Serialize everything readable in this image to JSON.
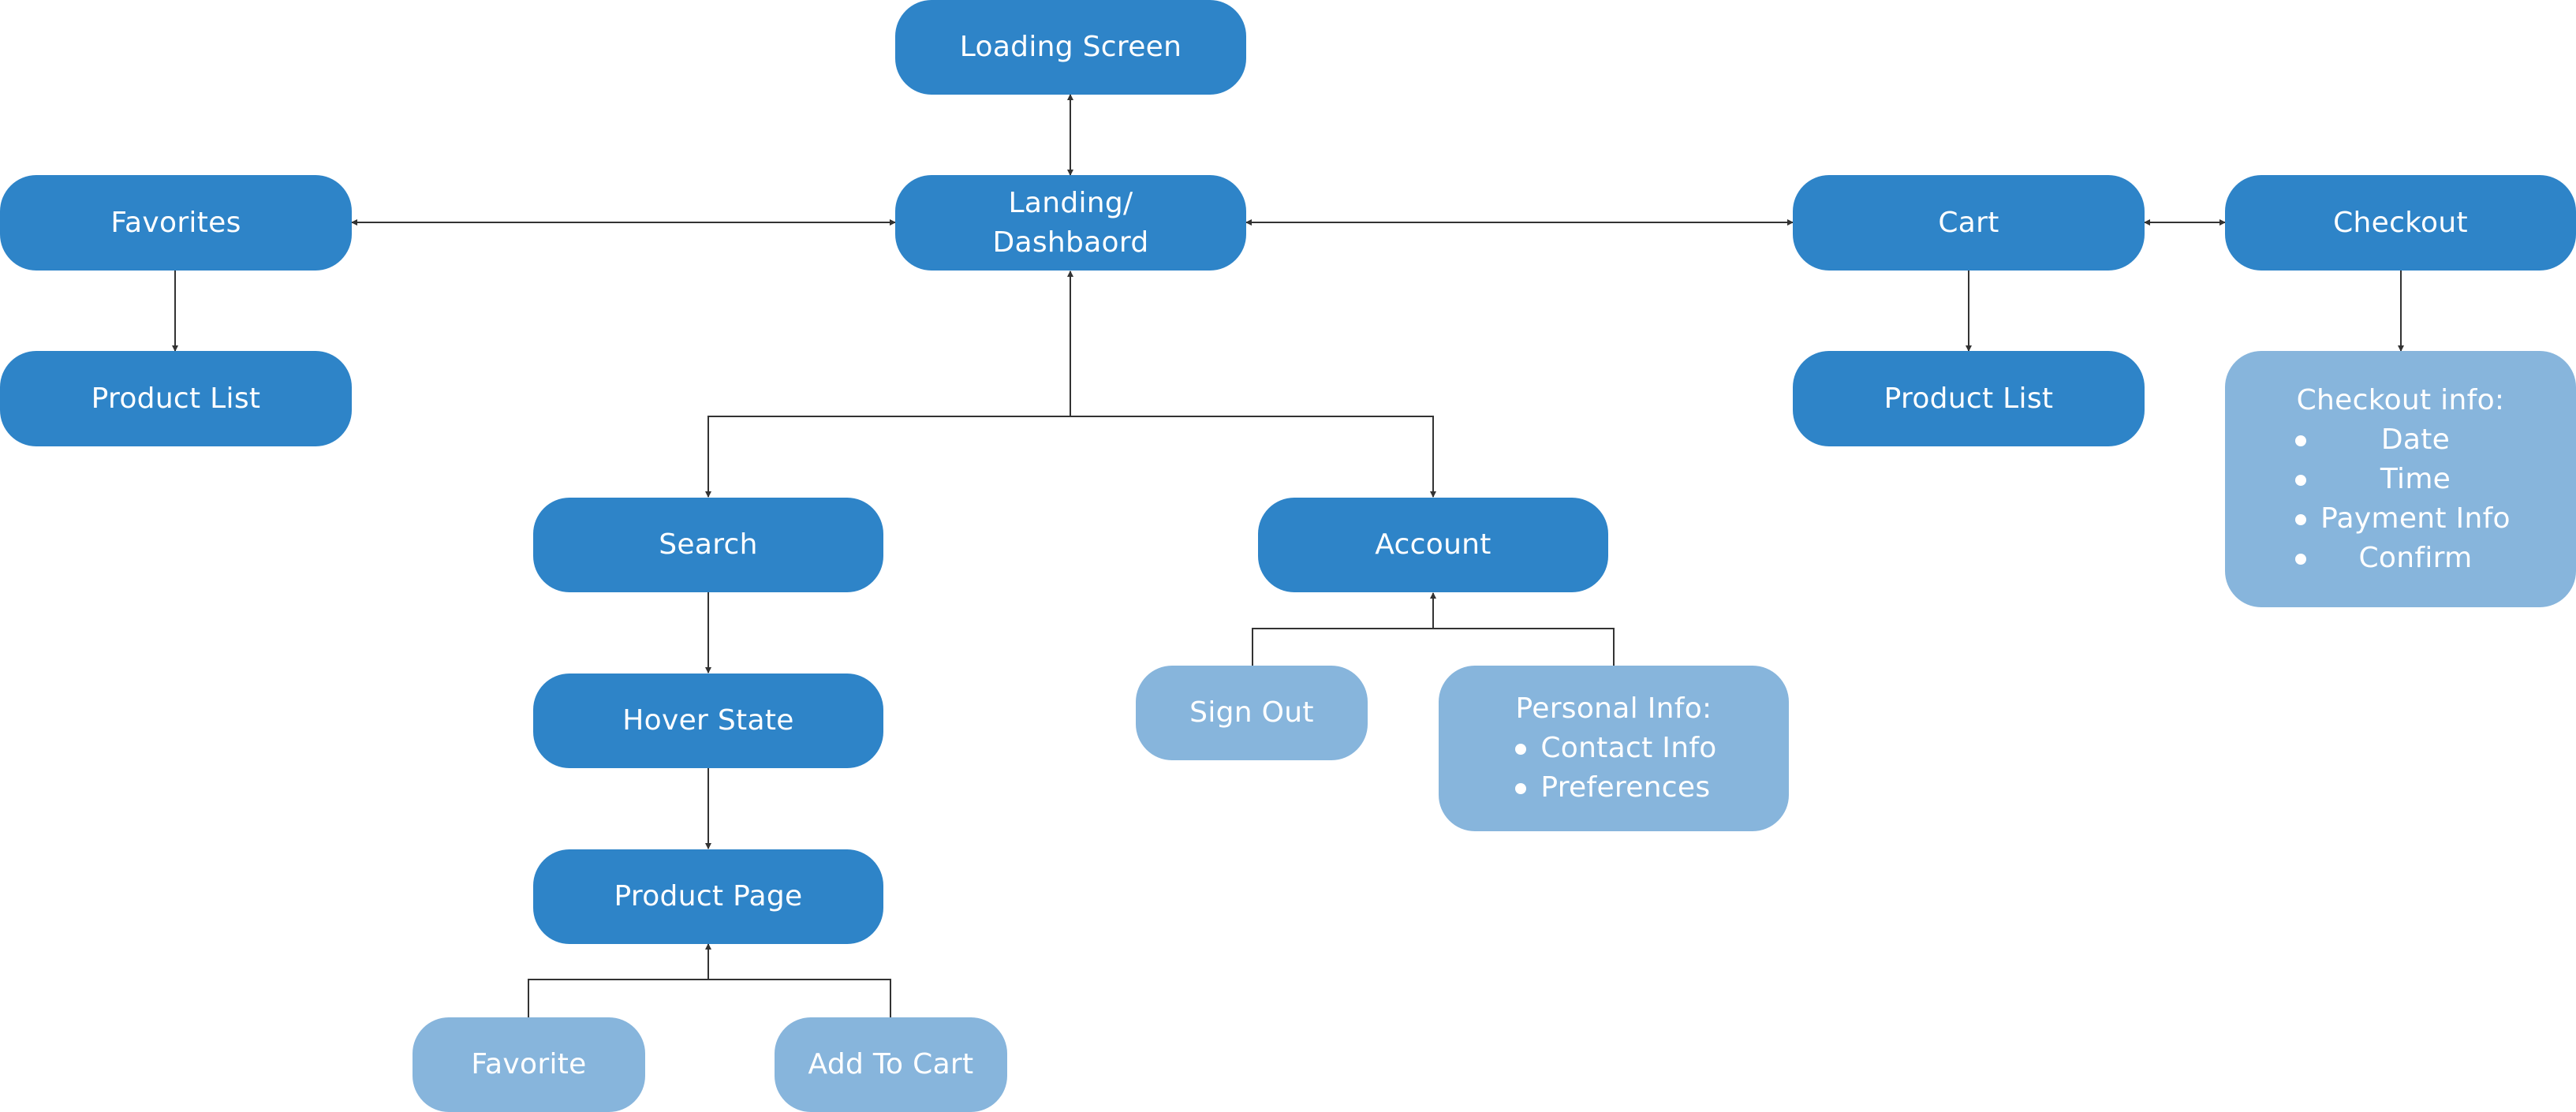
{
  "colors": {
    "primary_node": "#2e84c8",
    "secondary_node": "#87b5dc",
    "node_text": "#ffffff",
    "connector": "#333333"
  },
  "nodes": {
    "loading_screen": "Loading Screen",
    "landing": {
      "line1": "Landing/",
      "line2": "Dashbaord"
    },
    "favorites": "Favorites",
    "favorites_product_list": "Product List",
    "cart": "Cart",
    "checkout": "Checkout",
    "cart_product_list": "Product List",
    "checkout_info": {
      "title": "Checkout info:",
      "items": [
        "Date",
        "Time",
        "Payment Info",
        "Confirm"
      ]
    },
    "search": "Search",
    "account": "Account",
    "hover_state": "Hover State",
    "product_page": "Product Page",
    "sign_out": "Sign Out",
    "personal_info": {
      "title": "Personal Info:",
      "items": [
        "Contact Info",
        "Preferences"
      ]
    },
    "favorite": "Favorite",
    "add_to_cart": "Add To Cart"
  }
}
